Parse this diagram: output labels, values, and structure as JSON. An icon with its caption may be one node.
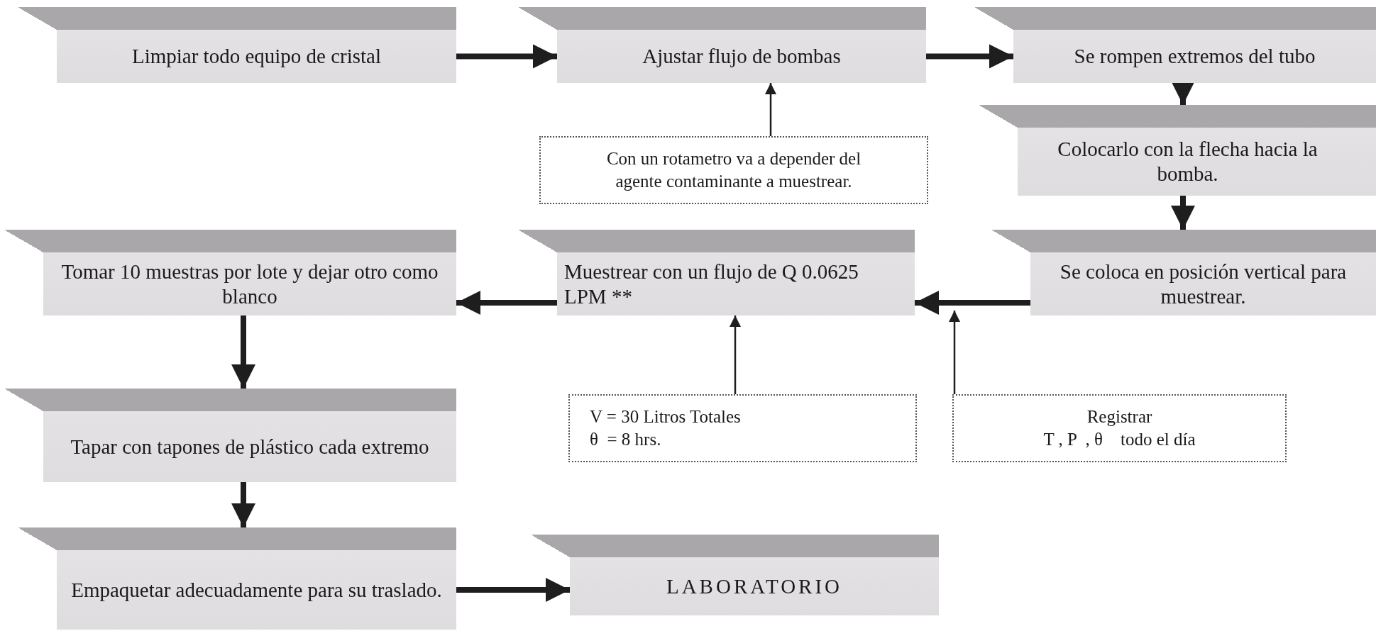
{
  "diagram": {
    "nodes": [
      {
        "text": [
          "Limpiar todo equipo de cristal"
        ]
      },
      {
        "text": [
          "Ajustar flujo de bombas"
        ]
      },
      {
        "text": [
          "Se rompen extremos del tubo"
        ]
      },
      {
        "text": [
          "Colocarlo con la flecha hacia la bomba."
        ]
      },
      {
        "text": [
          "Con un rotametro va a depender del agente contaminante a muestrear."
        ]
      },
      {
        "text": [
          "Tomar 10 muestras por lote y dejar otro como blanco"
        ]
      },
      {
        "text": [
          "Muestrear  con un flujo de Q  0.0625 LPM **"
        ]
      },
      {
        "text": [
          "Se coloca en posición vertical para muestrear."
        ]
      },
      {
        "text": [
          "V = 30 Litros Totales θ  = 8 hrs."
        ]
      },
      {
        "text": [
          "Registrar",
          "T , P  , θ    todo el día"
        ]
      },
      {
        "text": [
          "Tapar con tapones de plástico cada extremo"
        ]
      },
      {
        "text": [
          "Empaquetar adecuadamente para su traslado."
        ]
      },
      {
        "text": [
          "LABORATORIO"
        ]
      }
    ],
    "edges": [
      {
        "from": 0,
        "to": 1,
        "arrow": "to"
      },
      {
        "from": 1,
        "to": 2,
        "arrow": "to"
      },
      {
        "from": 2,
        "to": 3,
        "arrow": "to"
      },
      {
        "from": 3,
        "to": 7,
        "arrow": "to"
      },
      {
        "from": 4,
        "to": 1,
        "arrow": "to"
      },
      {
        "from": 7,
        "to": 6,
        "arrow": "to"
      },
      {
        "from": 6,
        "to": 5,
        "arrow": "to"
      },
      {
        "from": 8,
        "to": 6,
        "arrow": "to"
      },
      {
        "from": 9,
        "to": null,
        "arrow": "to"
      },
      {
        "from": 5,
        "to": 10,
        "arrow": "to"
      },
      {
        "from": 10,
        "to": 11,
        "arrow": "to"
      },
      {
        "from": 11,
        "to": 12,
        "arrow": "to"
      }
    ]
  }
}
